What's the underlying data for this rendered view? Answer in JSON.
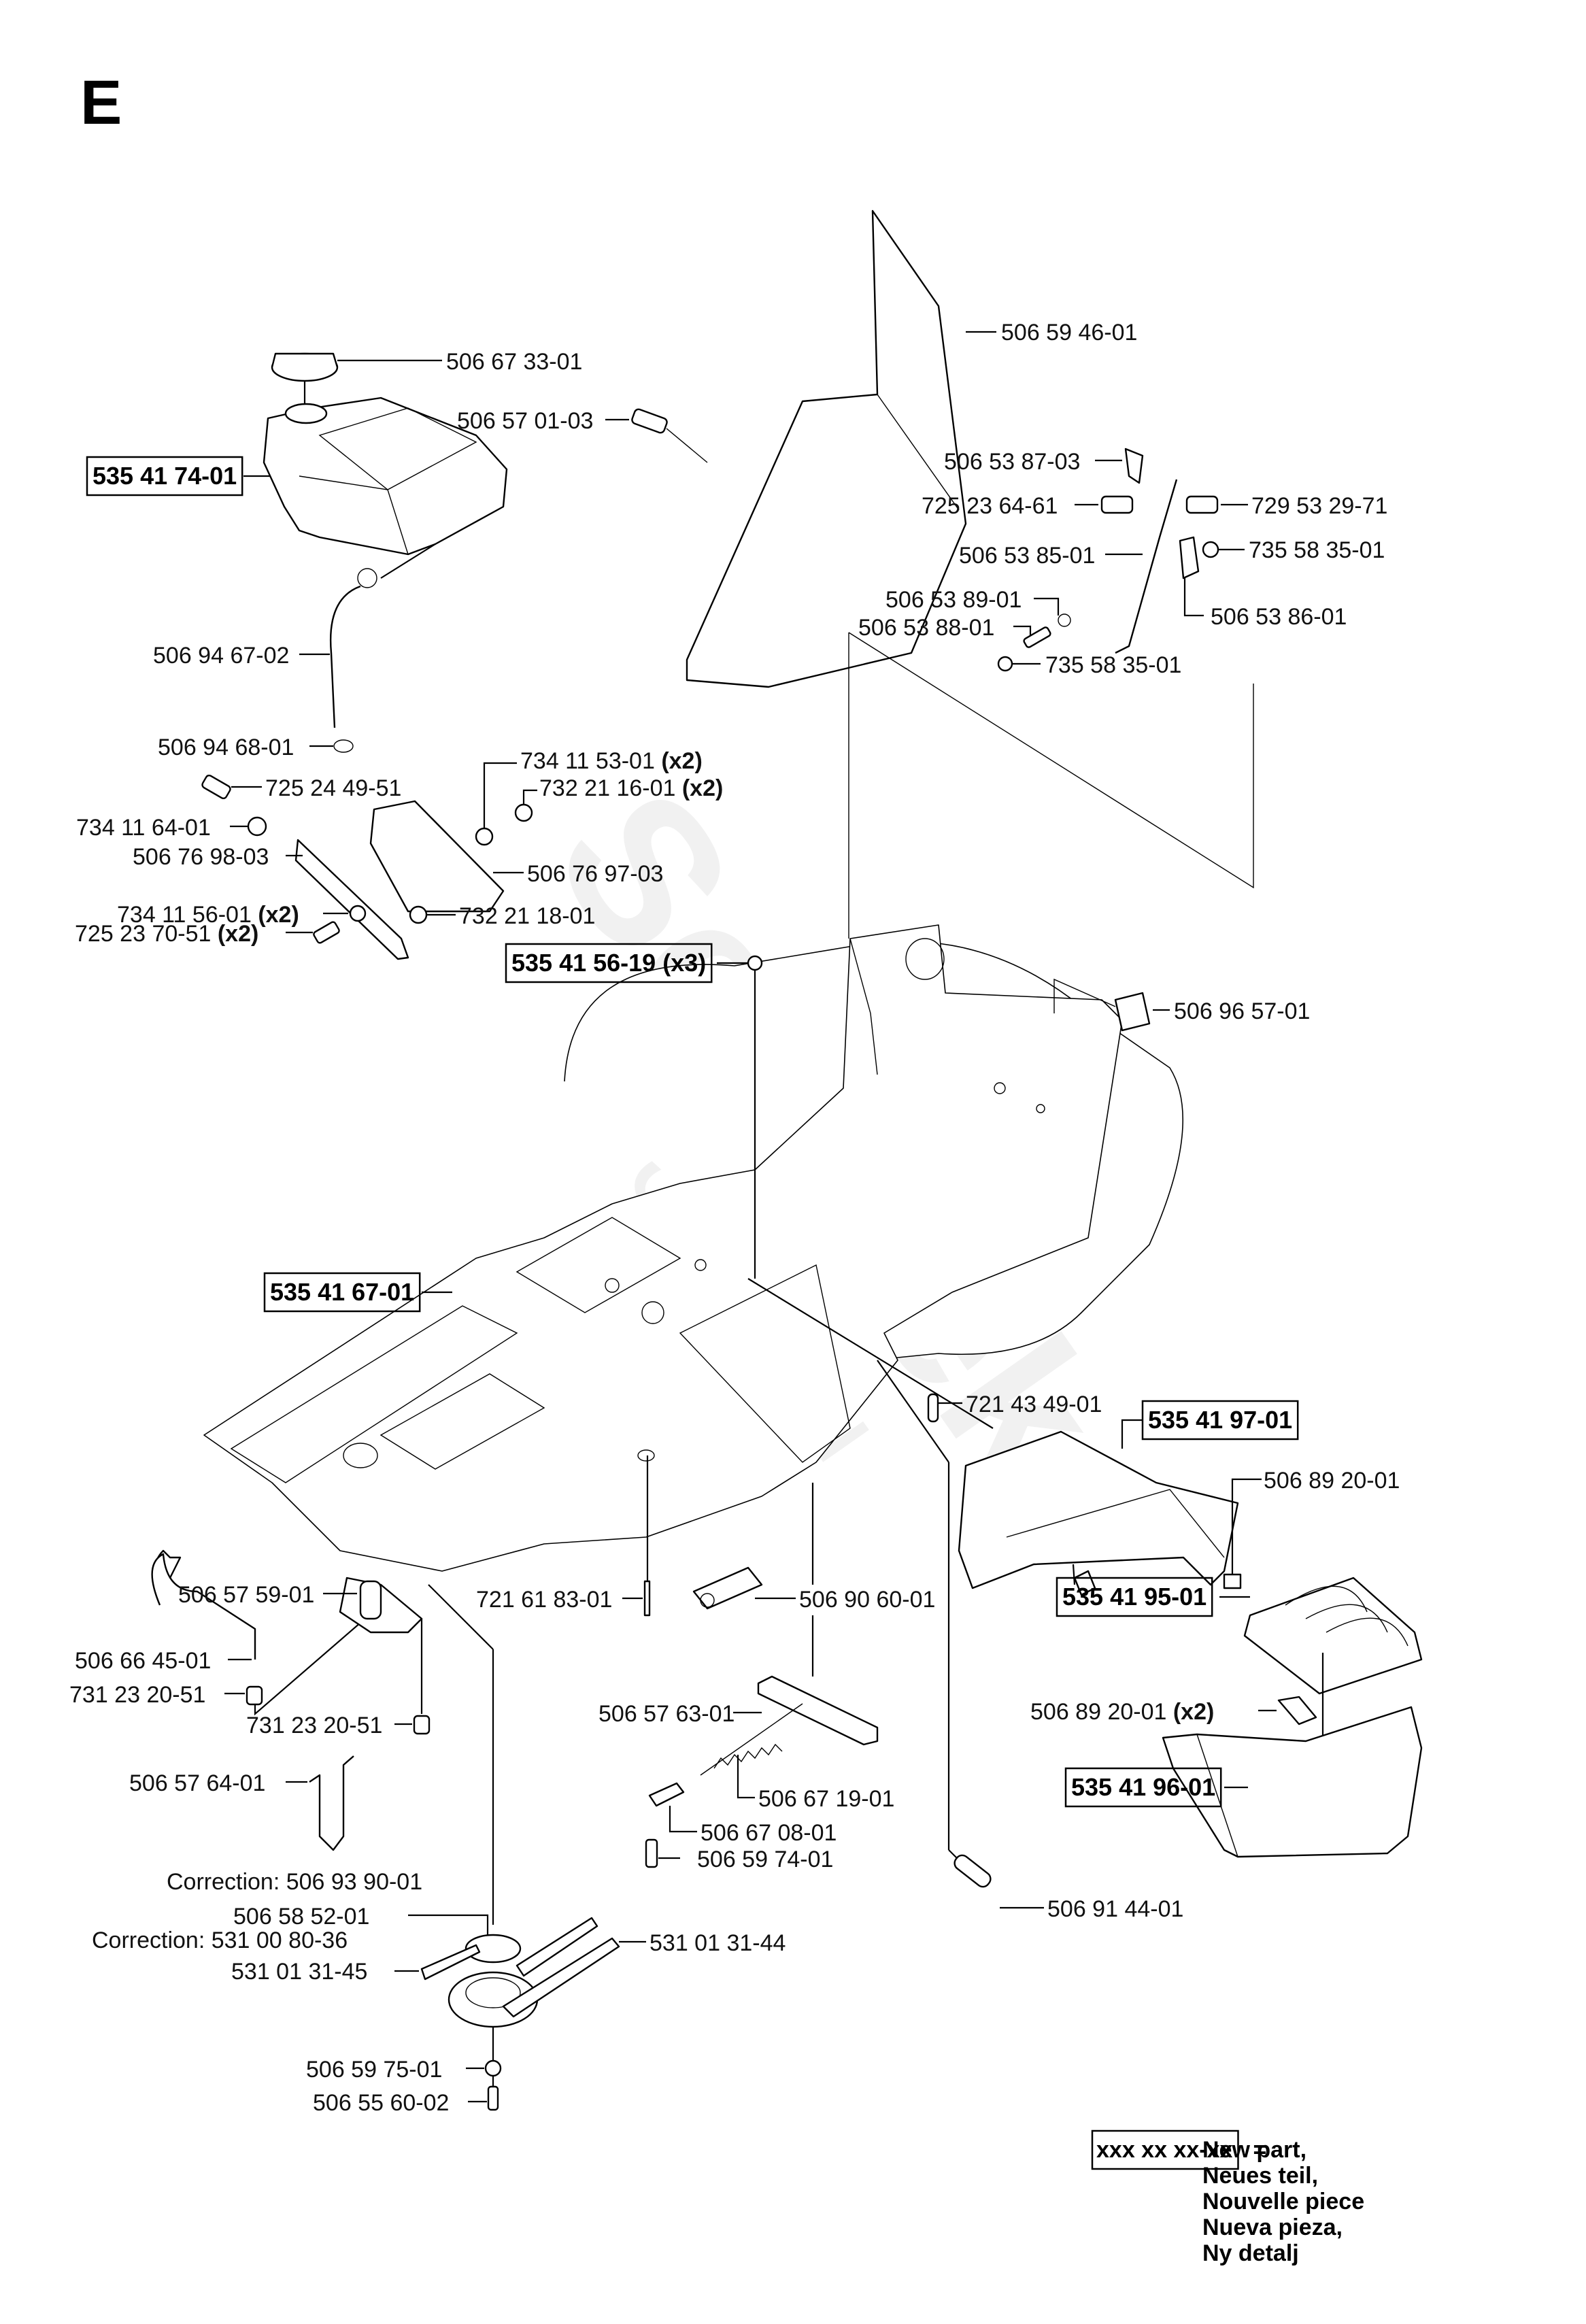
{
  "section_letter": "E",
  "watermark": {
    "brand": "Scantek",
    "sub": "GARDEN"
  },
  "parts": {
    "fuel_cap": "506 67 33-01",
    "fuel_tank": "535 41 74-01",
    "seat_bolt": "506 57 01-03",
    "seat_plate": "506 59 46-01",
    "fuel_hose": "506 94 67-02",
    "hose_clamp": "506 94 68-01",
    "pedal_pad": "506 53 87-03",
    "pedal_bolt_a": "725 23 64-61",
    "pedal_bolt_b": "729 53 29-71",
    "pedal_arm": "506 53 85-01",
    "pedal_washer_top": "735 58 35-01",
    "pedal_bracket": "506 53 86-01",
    "pedal_pin_clip": "506 53 89-01",
    "pedal_bushing": "506 53 88-01",
    "pedal_washer_bottom": "735 58 35-01",
    "bracket_bolt": "725 24 49-51",
    "bracket_washer": "734 11 64-01",
    "bracket_left": "506 76 98-03",
    "bracket_washer_x2": "734 11 53-01",
    "bracket_nut_x2": "732 21 16-01",
    "bracket_right": "506 76 97-03",
    "bracket_washer2_x2": "734 11 56-01",
    "bracket_nut2": "732 21 18-01",
    "bracket_bolt_x2": "725 23 70-51",
    "screw_x3": "535 41 56-19",
    "bumper_pad": "506 96 57-01",
    "chassis": "535 41 67-01",
    "roll_pin": "721 43 49-01",
    "belt_cover": "535 41 97-01",
    "clip_nut": "506 89 20-01",
    "grille": "535 41 95-01",
    "clip_nut_x2": "506 89 20-01",
    "hood": "535 41 96-01",
    "spindle": "506 57 59-01",
    "hook_rod": "506 66 45-01",
    "nut_a": "731 23 20-51",
    "cotter_pin": "721 61 83-01",
    "idler_spring": "506 90 60-01",
    "nut_b": "731 23 20-51",
    "bracket_plate": "506 57 63-01",
    "rod": "506 57 64-01",
    "tension_spring": "506 67 19-01",
    "spring_link": "506 67 08-01",
    "link_bolt": "506 59 74-01",
    "pin": "506 91 44-01",
    "correction_1_label": "Correction: 506 93 90-01",
    "pulley": "506 58 52-01",
    "correction_2_label": "Correction:  531 00 80-36",
    "belt_a": "531 01 31-45",
    "belt_b": "531 01 31-44",
    "pulley_washer": "506 59 75-01",
    "pulley_bolt": "506 55 60-02"
  },
  "qty": {
    "x2": "(x2)",
    "x3": "(x3)"
  },
  "legend": {
    "sample_code": "xxx xx xx-xx",
    "equals": "=",
    "lines": [
      "New part,",
      "Neues teil,",
      "Nouvelle piece",
      "Nueva pieza,",
      "Ny detalj"
    ]
  }
}
